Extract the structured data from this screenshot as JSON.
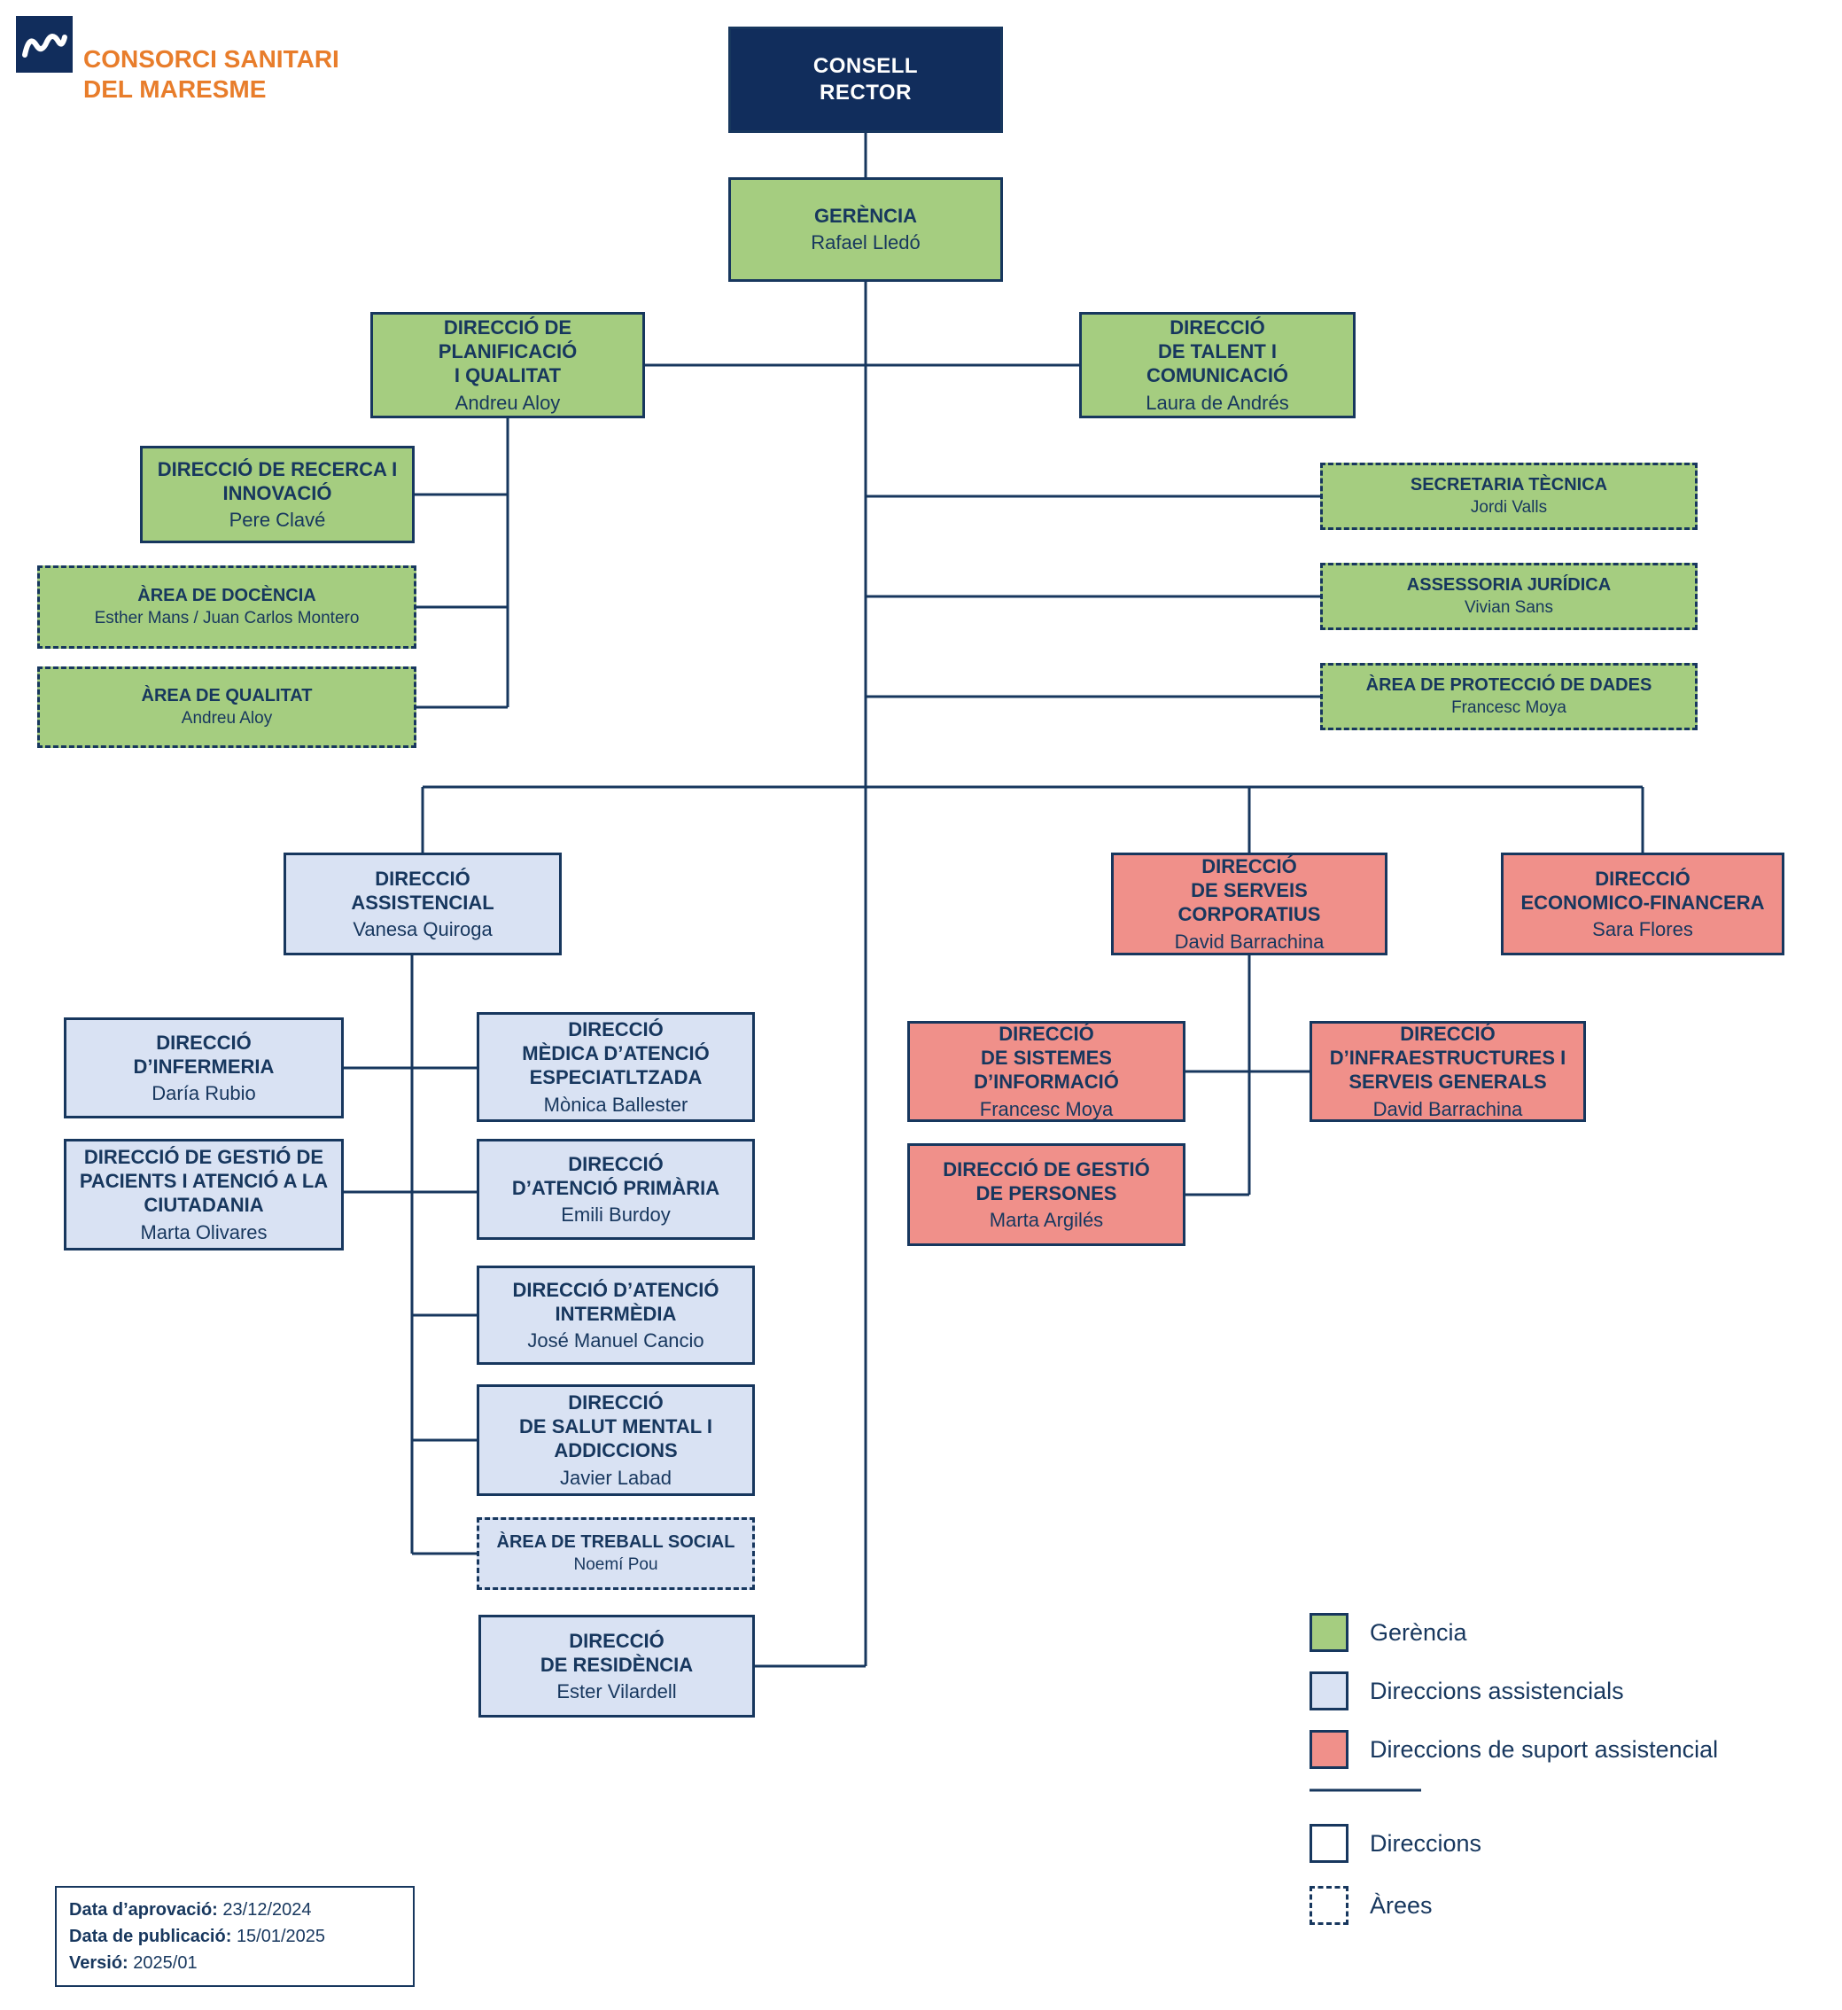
{
  "logo": {
    "org_name": "CONSORCI SANITARI\nDEL MARESME"
  },
  "nodes": {
    "consell_rector": {
      "title": "CONSELL\nRECTOR",
      "person": ""
    },
    "gerencia": {
      "title": "GERÈNCIA",
      "person": "Rafael Lledó"
    },
    "planificacio": {
      "title": "DIRECCIÓ DE\nPLANIFICACIÓ\nI QUALITAT",
      "person": "Andreu Aloy"
    },
    "talent": {
      "title": "DIRECCIÓ\nDE TALENT I\nCOMUNICACIÓ",
      "person": "Laura de Andrés"
    },
    "recerca": {
      "title": "DIRECCIÓ DE RECERCA I\nINNOVACIÓ",
      "person": "Pere Clavé"
    },
    "docencia": {
      "title": "ÀREA DE DOCÈNCIA",
      "person": "Esther Mans / Juan Carlos Montero"
    },
    "qualitat": {
      "title": "ÀREA DE QUALITAT",
      "person": "Andreu Aloy"
    },
    "secretaria": {
      "title": "SECRETARIA TÈCNICA",
      "person": "Jordi Valls"
    },
    "juridica": {
      "title": "ASSESSORIA JURÍDICA",
      "person": "Vivian Sans"
    },
    "proteccio": {
      "title": "ÀREA DE PROTECCIÓ DE DADES",
      "person": "Francesc Moya"
    },
    "assistencial": {
      "title": "DIRECCIÓ\nASSISTENCIAL",
      "person": "Vanesa Quiroga"
    },
    "serveis_corporatius": {
      "title": "DIRECCIÓ\nDE SERVEIS CORPORATIUS",
      "person": "David Barrachina"
    },
    "economico": {
      "title": "DIRECCIÓ\nECONOMICO-FINANCERA",
      "person": "Sara Flores"
    },
    "infermeria": {
      "title": "DIRECCIÓ\nD’INFERMERIA",
      "person": "Daría Rubio"
    },
    "medica": {
      "title": "DIRECCIÓ\nMÈDICA D’ATENCIÓ\nESPECIATLTZADA",
      "person": "Mònica Ballester"
    },
    "pacients": {
      "title": "DIRECCIÓ DE GESTIÓ DE\nPACIENTS I ATENCIÓ A LA\nCIUTADANIA",
      "person": "Marta Olivares"
    },
    "primaria": {
      "title": "DIRECCIÓ\nD’ATENCIÓ PRIMÀRIA",
      "person": "Emili Burdoy"
    },
    "intermedia": {
      "title": "DIRECCIÓ D’ATENCIÓ\nINTERMÈDIA",
      "person": "José Manuel Cancio"
    },
    "salut_mental": {
      "title": "DIRECCIÓ\nDE SALUT MENTAL I\nADDICCIONS",
      "person": "Javier Labad"
    },
    "treball_social": {
      "title": "ÀREA DE TREBALL SOCIAL",
      "person": "Noemí Pou"
    },
    "residencia": {
      "title": "DIRECCIÓ\nDE RESIDÈNCIA",
      "person": "Ester Vilardell"
    },
    "sistemes": {
      "title": "DIRECCIÓ\nDE SISTEMES\nD’INFORMACIÓ",
      "person": "Francesc Moya"
    },
    "infraestructures": {
      "title": "DIRECCIÓ\nD’INFRAESTRUCTURES I\nSERVEIS GENERALS",
      "person": "David Barrachina"
    },
    "persones": {
      "title": "DIRECCIÓ DE GESTIÓ\nDE PERSONES",
      "person": "Marta Argilés"
    }
  },
  "legend": {
    "gerencia": "Gerència",
    "assistencials": "Direccions assistencials",
    "suport": "Direccions de suport assistencial",
    "direccions": "Direccions",
    "arees": "Àrees"
  },
  "footer": {
    "approval_label": "Data d’aprovació:",
    "approval_value": "23/12/2024",
    "publication_label": "Data de publicació:",
    "publication_value": "15/01/2025",
    "version_label": "Versió:",
    "version_value": "2025/01"
  },
  "colors": {
    "navy": "#17375E",
    "green": "#A5CD80",
    "blue": "#D9E2F3",
    "salmon": "#F0908A",
    "orange": "#E87D2B"
  }
}
